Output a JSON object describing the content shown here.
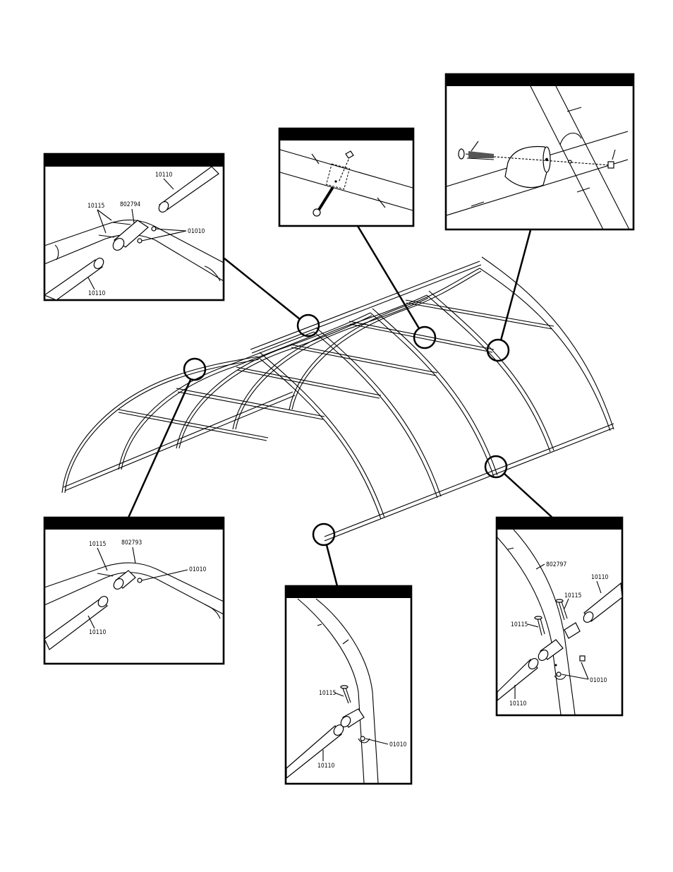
{
  "details": {
    "top_left": {
      "label_a": "10110",
      "label_b": "10115",
      "label_c": "802794",
      "label_d": "01010",
      "label_e": "10110"
    },
    "mid_left": {
      "label_a": "10115",
      "label_b": "802793",
      "label_c": "01010",
      "label_d": "10110"
    },
    "bottom_center": {
      "label_a": "10115",
      "label_b": "01010",
      "label_c": "10110"
    },
    "bottom_right": {
      "label_a": "802797",
      "label_b": "10110",
      "label_c": "10115",
      "label_d": "10115",
      "label_e": "01010",
      "label_f": "10110"
    }
  }
}
